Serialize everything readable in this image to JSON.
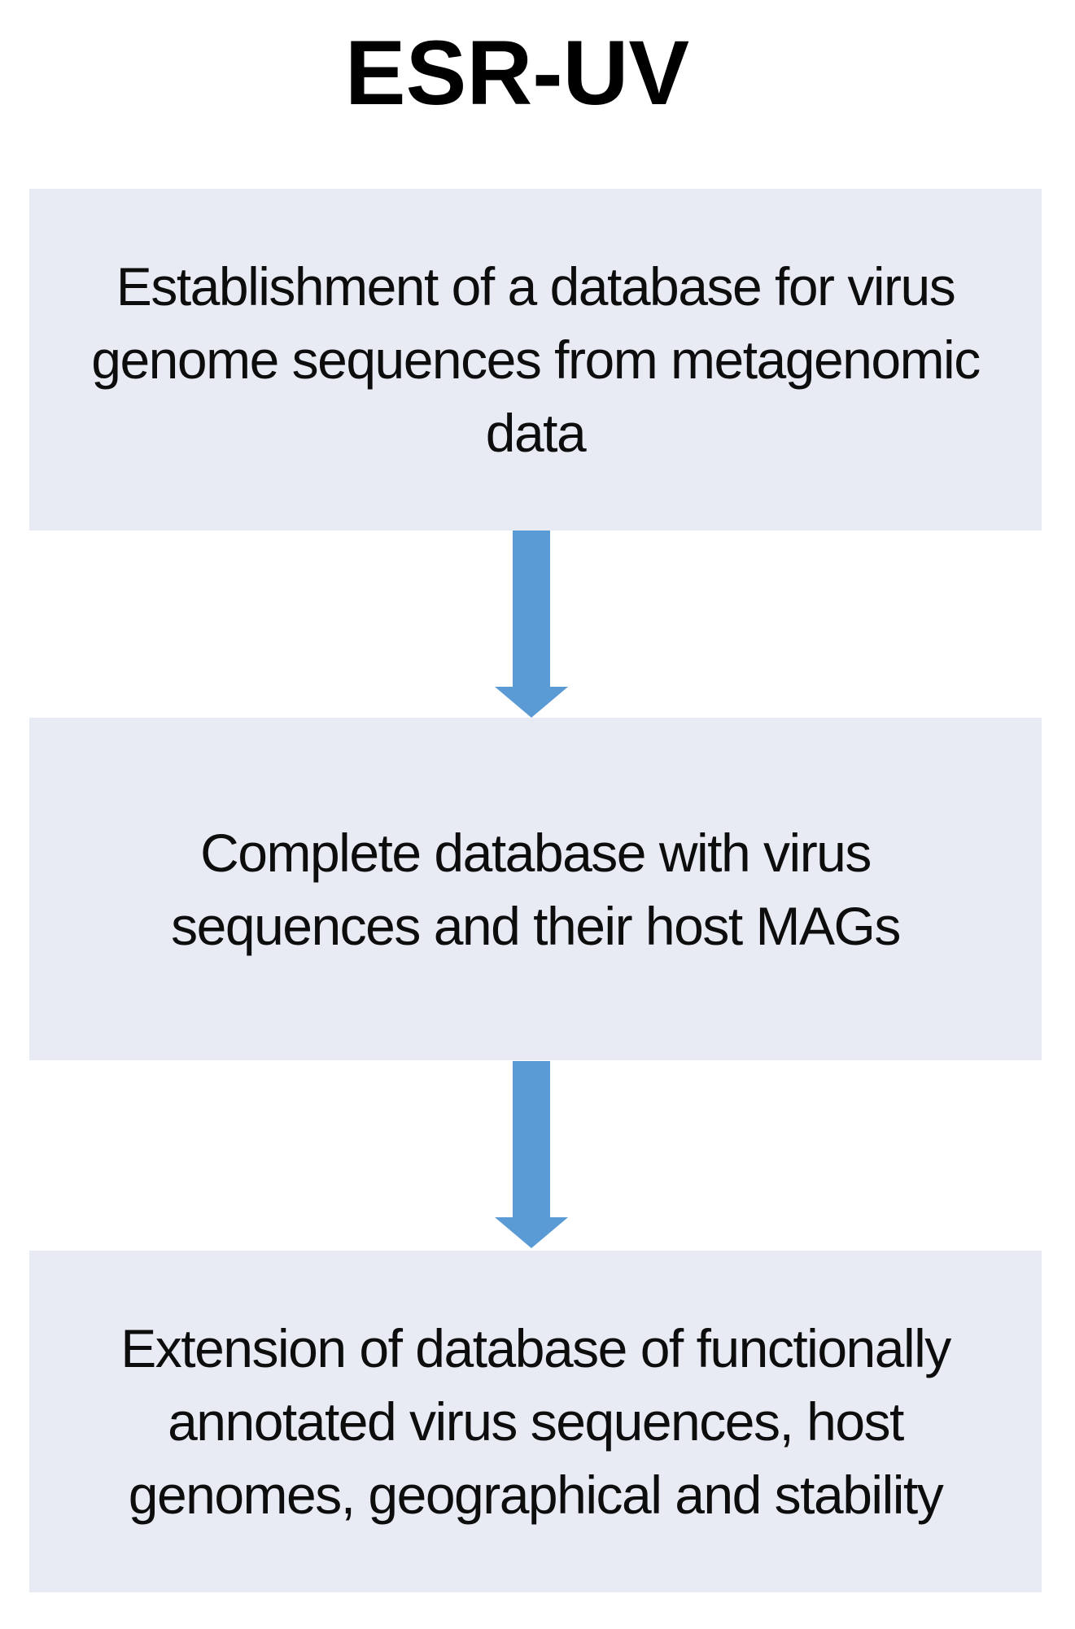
{
  "title": "ESR-UV",
  "colors": {
    "box_fill": "#e8ebf4",
    "arrow": "#5b9bd5",
    "text": "#0d0d0d",
    "title_color": "#000000"
  },
  "boxes": [
    {
      "name": "establish-database-step",
      "lines": [
        "Establishment of a database for virus",
        "genome sequences from metagenomic",
        "data"
      ]
    },
    {
      "name": "complete-database-step",
      "lines": [
        "Complete database with virus",
        "sequences and their host MAGs"
      ]
    },
    {
      "name": "extend-database-step",
      "lines": [
        "Extension of database of functionally",
        "annotated virus sequences, host",
        "genomes, geographical and stability"
      ]
    }
  ]
}
